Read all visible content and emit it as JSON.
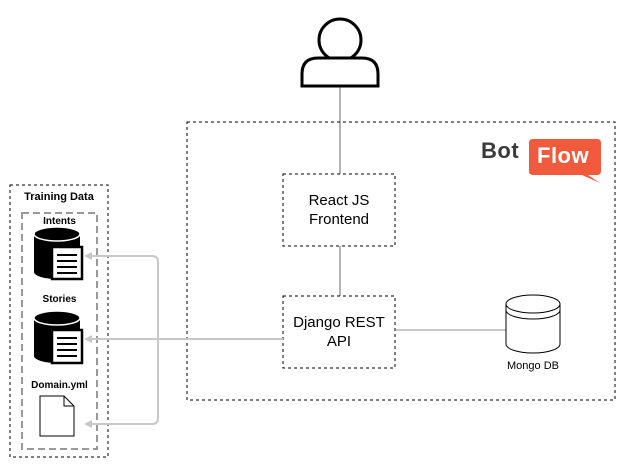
{
  "diagram": {
    "brand": {
      "word_1": "Bot",
      "word_2": "Flow",
      "accent_color": "#f15a3c",
      "dark_color": "#3a3a3a"
    },
    "nodes": {
      "user": {
        "icon": "user-icon"
      },
      "frontend": {
        "line_1": "React JS",
        "line_2": "Frontend"
      },
      "api": {
        "line_1": "Django REST",
        "line_2": "API"
      },
      "database": {
        "label": "Mongo DB",
        "icon": "database-icon"
      }
    },
    "training_data": {
      "title": "Training Data",
      "items": [
        {
          "label": "Intents",
          "icon": "database-document-icon"
        },
        {
          "label": "Stories",
          "icon": "database-document-icon"
        },
        {
          "label": "Domain.yml",
          "icon": "file-icon"
        }
      ]
    },
    "colors": {
      "connector": "#c8c8c8",
      "border": "#000000",
      "group_border": "#999999"
    }
  }
}
